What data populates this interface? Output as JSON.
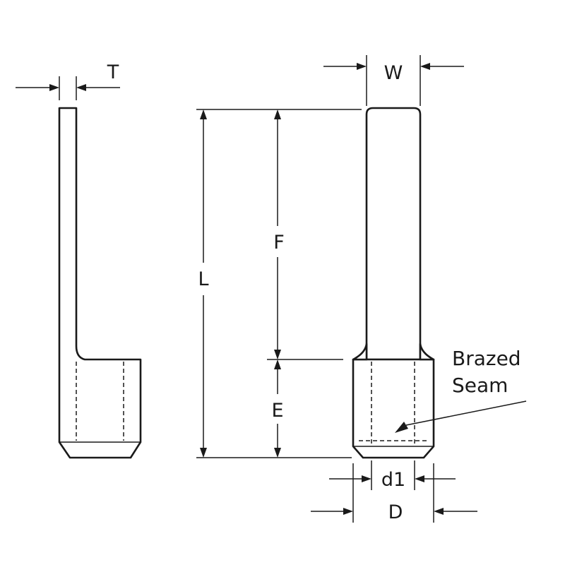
{
  "labels": {
    "thickness": "T",
    "width": "W",
    "overall_length": "L",
    "pin_length": "F",
    "barrel_length": "E",
    "inner_diameter": "d1",
    "outer_diameter": "D",
    "seam_note_line1": "Brazed",
    "seam_note_line2": "Seam"
  },
  "colors": {
    "ink": "#1a1a1a",
    "background": "#ffffff"
  }
}
